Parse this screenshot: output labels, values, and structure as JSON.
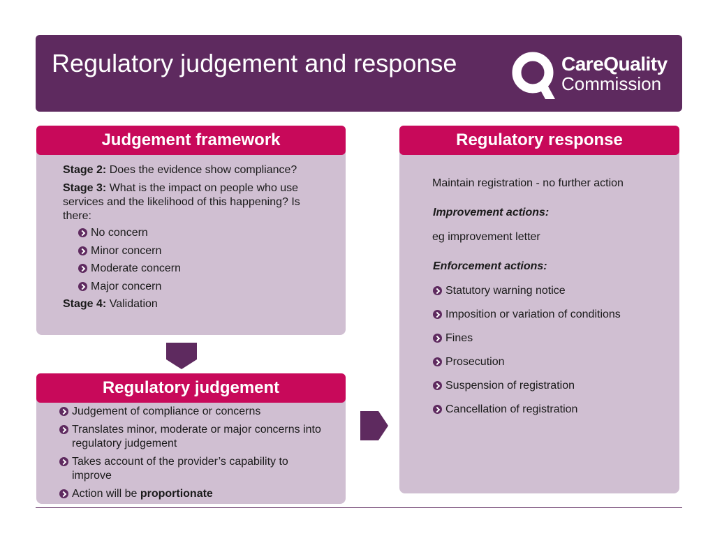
{
  "header": {
    "title": "Regulatory judgement and response",
    "logo_line1": "CareQuality",
    "logo_line2": "Commission"
  },
  "colors": {
    "header_bg": "#5e2a5f",
    "panel_head": "#c8095a",
    "panel_bg": "#d0bfd2",
    "bullet": "#5e2a5f"
  },
  "framework": {
    "title": "Judgement framework",
    "stage2_label": "Stage 2:",
    "stage2_text": "Does the evidence show compliance?",
    "stage3_label": "Stage 3:",
    "stage3_text": "What is the impact on people who use services and the likelihood of this happening?  Is there:",
    "concerns": [
      "No concern",
      "Minor concern",
      "Moderate concern",
      "Major concern"
    ],
    "stage4_label": "Stage 4:",
    "stage4_text": "Validation"
  },
  "response": {
    "title": "Regulatory response",
    "maintain": "Maintain registration - no further action",
    "improvement_heading": "Improvement actions:",
    "improvement_text": "eg improvement letter",
    "enforcement_heading": "Enforcement actions:",
    "enforcement_items": [
      "Statutory warning notice",
      "Imposition or variation of conditions",
      "Fines",
      "Prosecution",
      "Suspension of registration",
      "Cancellation of registration"
    ]
  },
  "judgement": {
    "title": "Regulatory judgement",
    "items": [
      "Judgement of compliance or concerns",
      "Translates minor, moderate or major concerns into regulatory judgement",
      "Takes account of the provider’s capability to improve"
    ],
    "last_item_prefix": "Action will be",
    "last_item_bold": "proportionate"
  }
}
